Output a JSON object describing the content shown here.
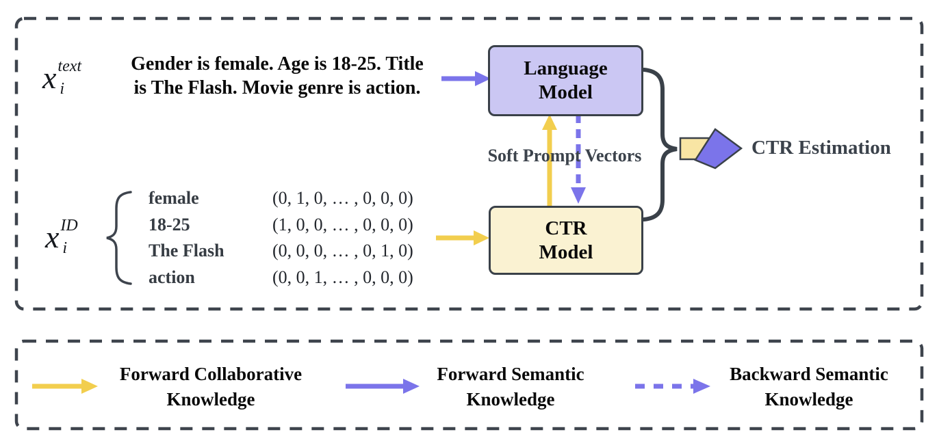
{
  "diagram": {
    "inputs": {
      "text_feature": {
        "math_base": "x",
        "math_sup": "text",
        "math_sub": "i",
        "sentence": "Gender is female. Age is 18-25. Title\nis The Flash. Movie genre is action."
      },
      "id_feature": {
        "math_base": "x",
        "math_sup": "ID",
        "math_sub": "i",
        "rows": [
          {
            "label": "female",
            "vector": "(0, 1, 0, … , 0, 0, 0)"
          },
          {
            "label": "18-25",
            "vector": "(1, 0, 0, … , 0, 0, 0)"
          },
          {
            "label": "The Flash",
            "vector": "(0, 0, 0, … , 0, 1, 0)"
          },
          {
            "label": "action",
            "vector": "(0, 0, 1, … , 0, 0, 0)"
          }
        ]
      }
    },
    "nodes": {
      "language_model": "Language\nModel",
      "ctr_model": "CTR\nModel"
    },
    "labels": {
      "soft_prompt": "Soft Prompt Vectors",
      "output": "CTR Estimation"
    }
  },
  "legend": {
    "items": [
      {
        "arrow": "yellow-solid",
        "label": "Forward Collaborative\nKnowledge"
      },
      {
        "arrow": "blue-solid",
        "label": "Forward Semantic\nKnowledge"
      },
      {
        "arrow": "blue-dashed",
        "label": "Backward Semantic\nKnowledge"
      }
    ]
  },
  "colors": {
    "collaborative_yellow": "#F2CE4E",
    "semantic_blue": "#7B74EA",
    "language_model_fill": "#CBC7F3",
    "ctr_model_fill": "#FAF2D2",
    "output_arrow_tail": "#F8E5A4",
    "outline_dark": "#3A4149",
    "dashed_frame": "#3E444D"
  }
}
